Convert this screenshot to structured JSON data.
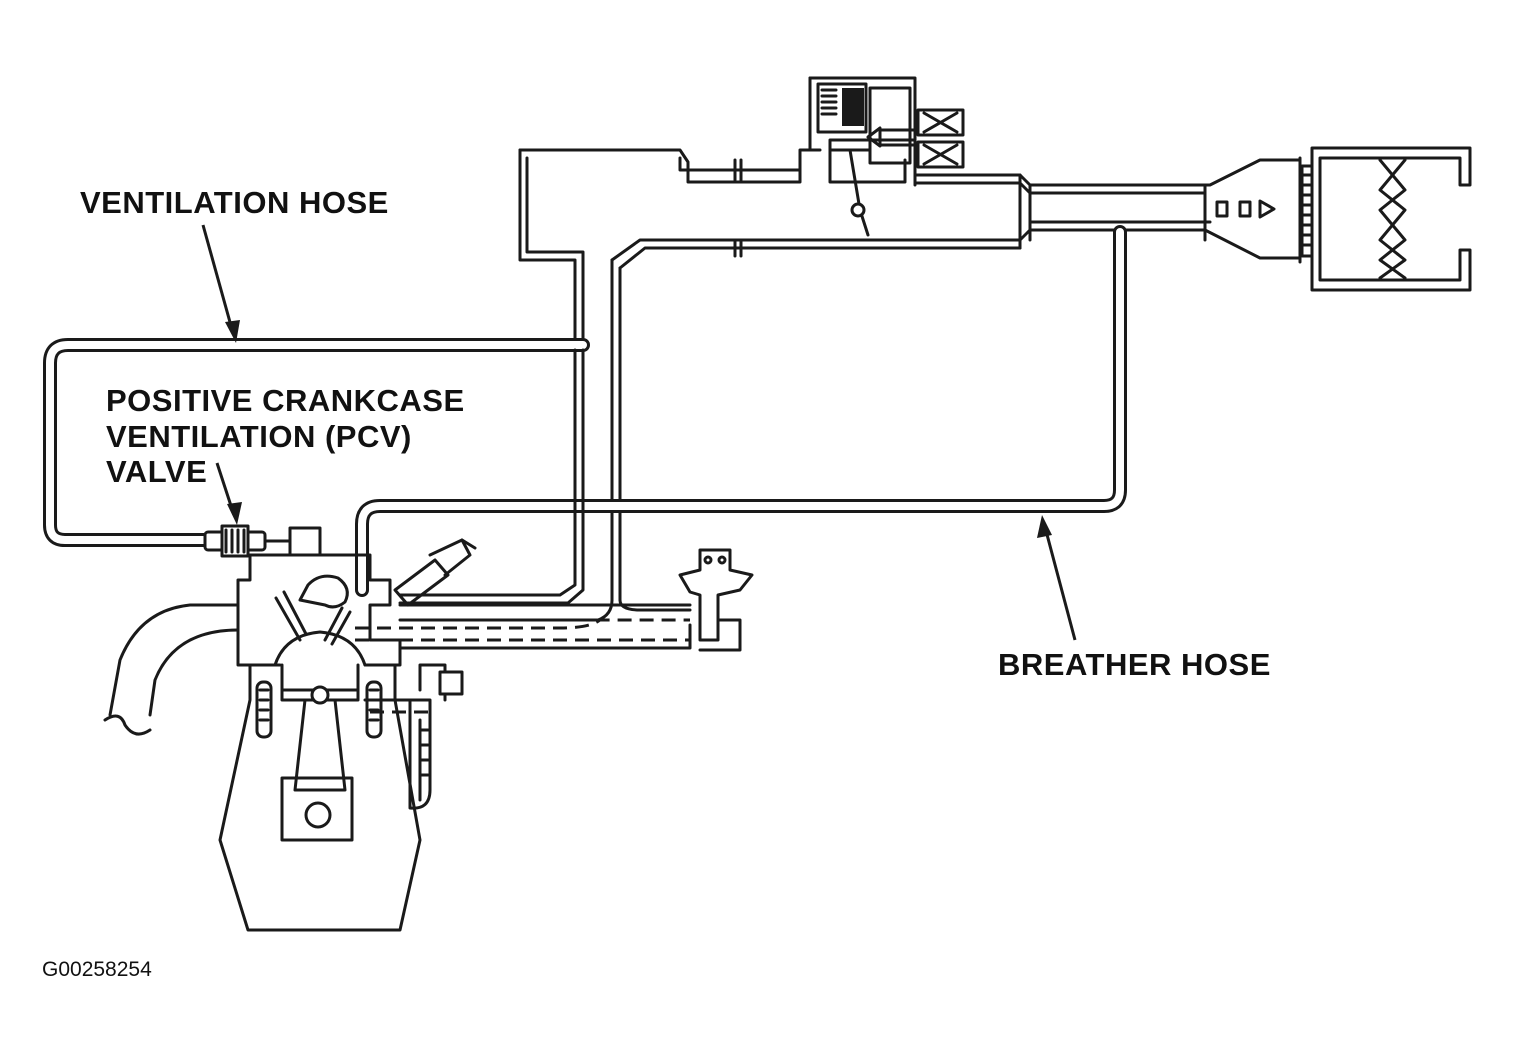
{
  "diagram": {
    "labels": {
      "ventilation_hose": "VENTILATION HOSE",
      "pcv_valve_line1": "POSITIVE CRANKCASE",
      "pcv_valve_line2": "VENTILATION (PCV)",
      "pcv_valve_line3": "VALVE",
      "breather_hose": "BREATHER HOSE"
    },
    "figure_id": "G00258254",
    "colors": {
      "line": "#1a1a1a",
      "background": "#ffffff"
    }
  }
}
